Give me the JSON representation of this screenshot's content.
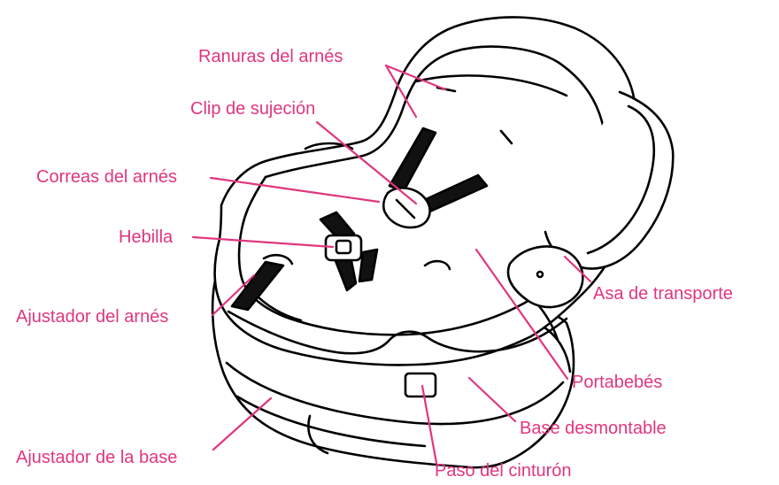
{
  "accent_color": "#e0367f",
  "line_color": "#000000",
  "illustration": {
    "subject": "car-seat-carrier-with-base"
  },
  "labels": {
    "harness_slots": "Ranuras del arnés",
    "chest_clip": "Clip de sujeción",
    "harness_straps": "Correas del arnés",
    "buckle": "Hebilla",
    "harness_adjuster": "Ajustador del arnés",
    "carry_handle": "Asa de transporte",
    "carrier": "Portabebés",
    "removable_base": "Base desmontable",
    "base_adjuster": "Ajustador de la base",
    "belt_path": "Paso del cinturón"
  }
}
